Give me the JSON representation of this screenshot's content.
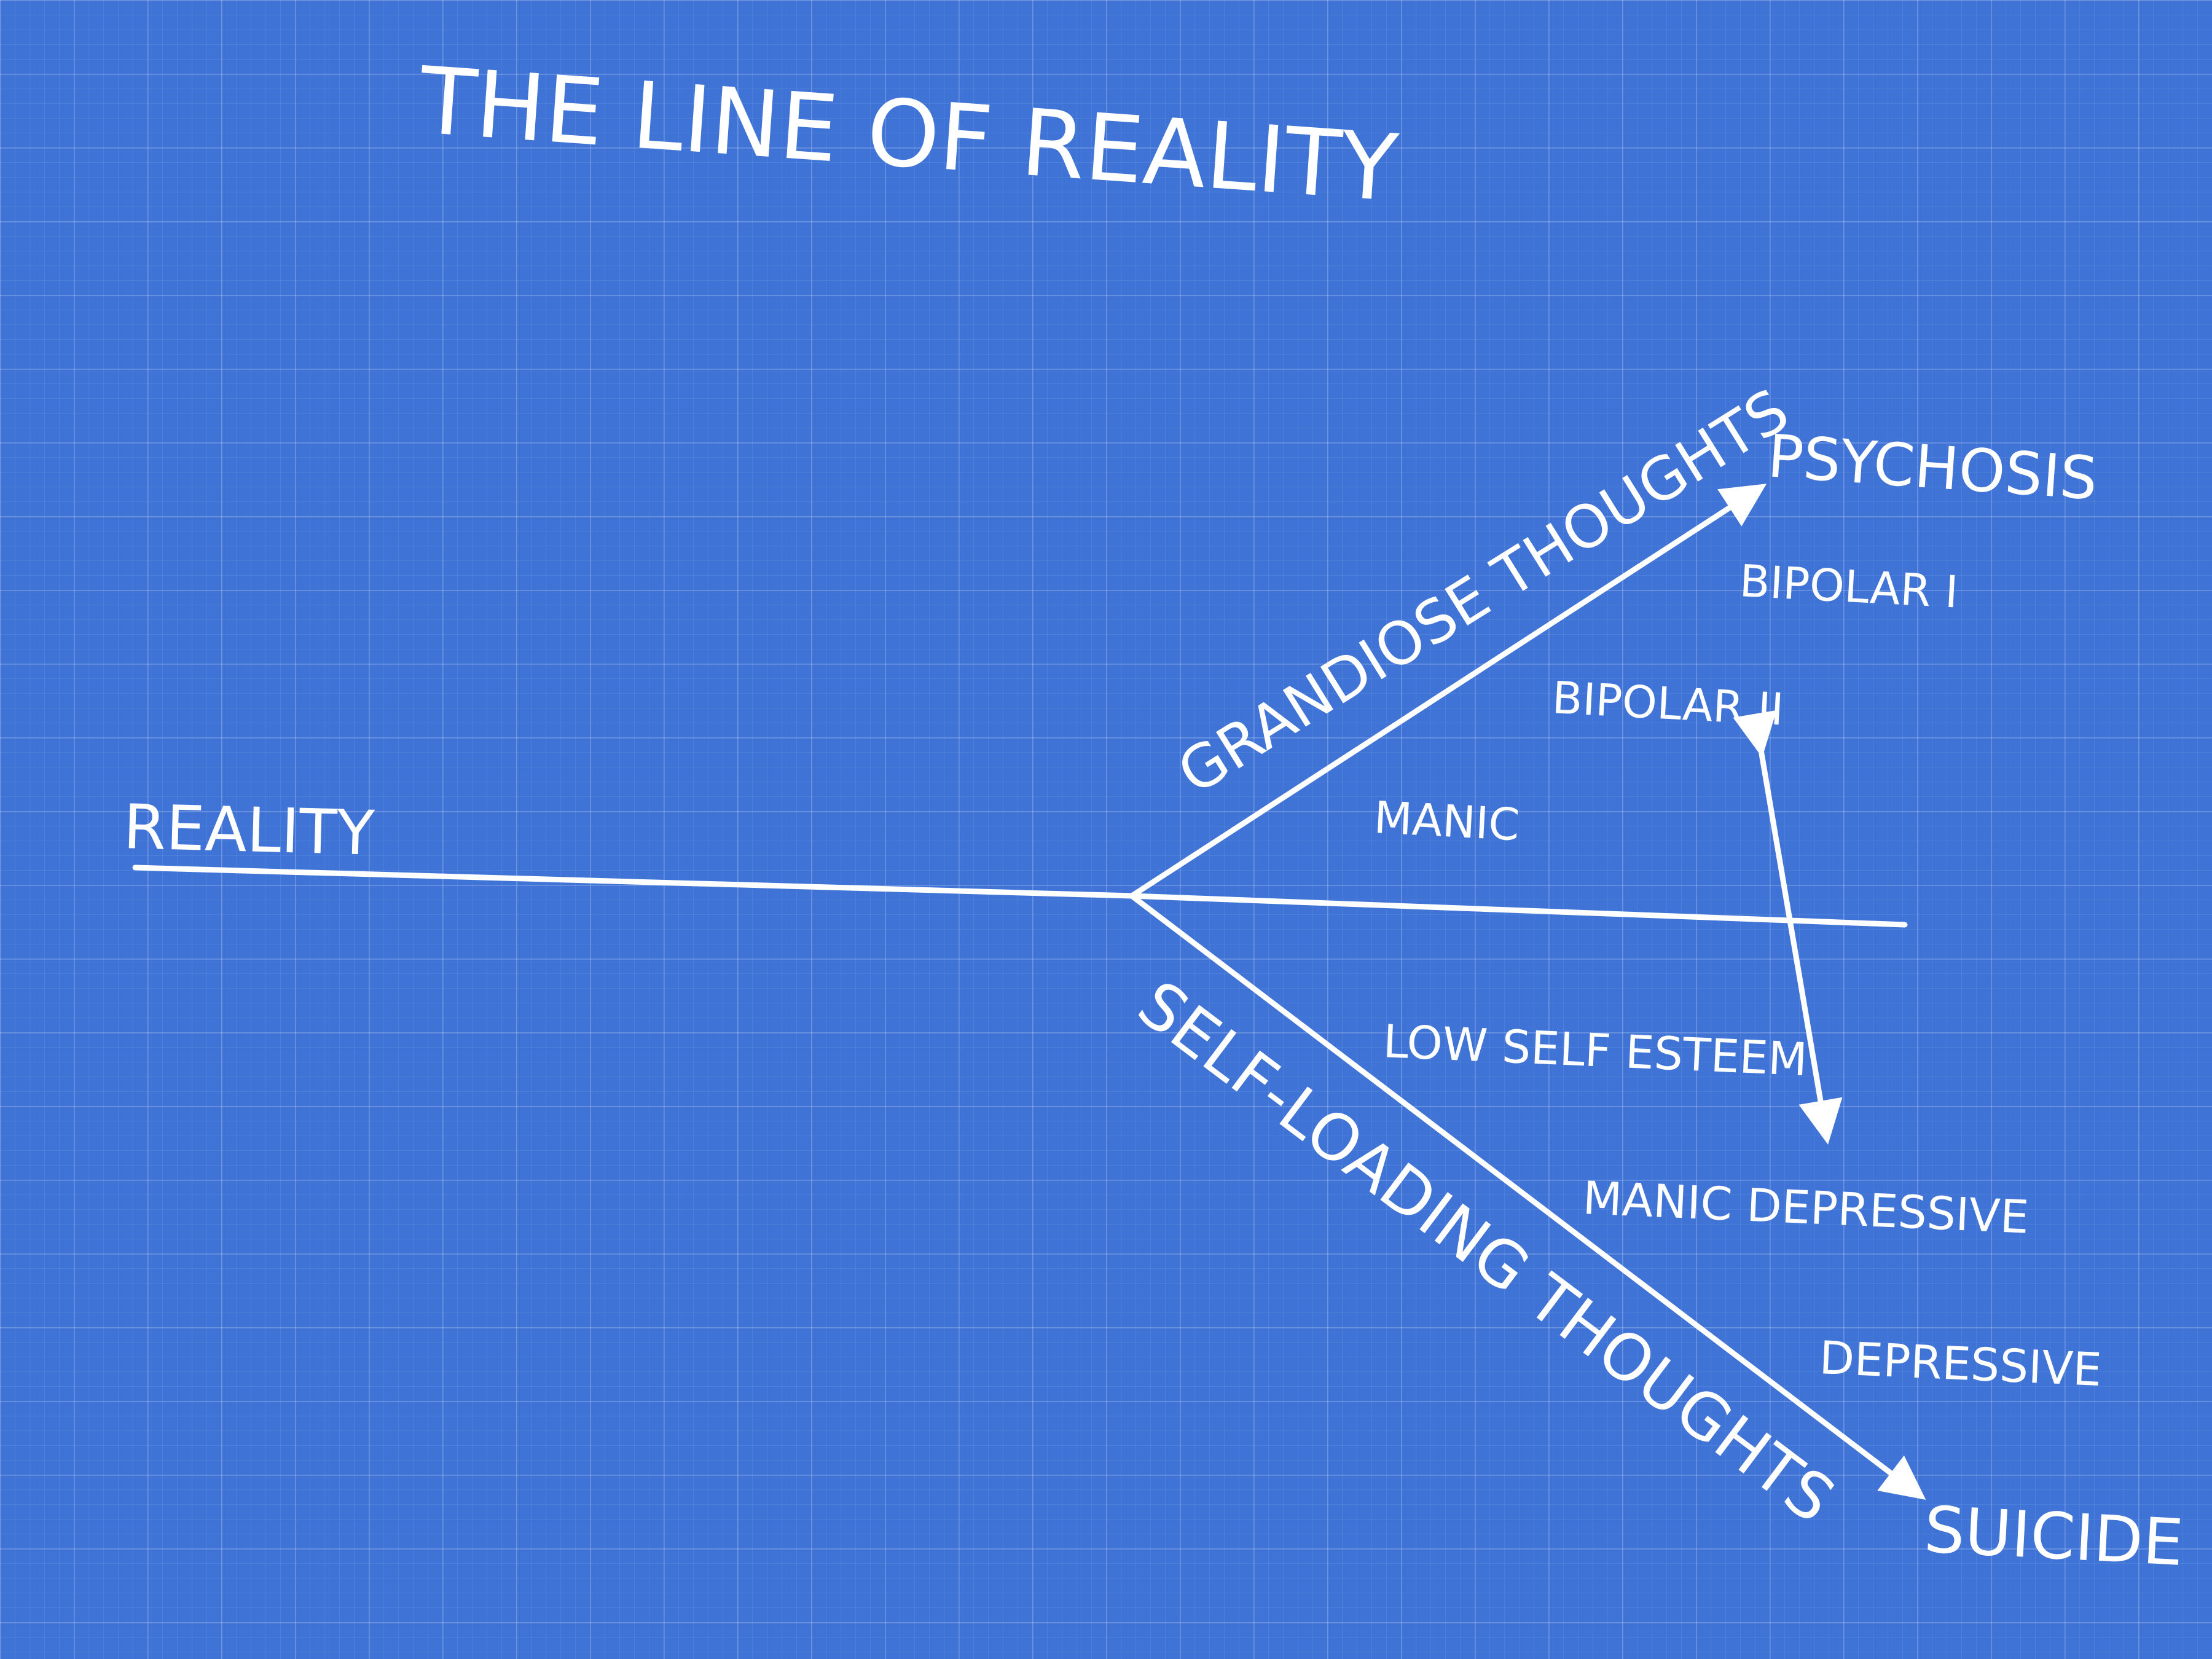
{
  "diagram": {
    "title": "THE LINE OF REALITY",
    "origin_label": "REALITY",
    "upper_branch_label": "GRANDIOSE THOUGHTS",
    "lower_branch_label": "SELF-LOADING THOUGHTS",
    "upper_endpoint": "PSYCHOSIS",
    "lower_endpoint": "SUICIDE",
    "upper_regions": [
      "BIPOLAR I",
      "BIPOLAR II",
      "MANIC"
    ],
    "lower_regions": [
      "LOW SELF ESTEEM",
      "MANIC DEPRESSIVE",
      "DEPRESSIVE"
    ],
    "colors": {
      "background": "#3f74d6",
      "ink": "#ffffff"
    }
  }
}
